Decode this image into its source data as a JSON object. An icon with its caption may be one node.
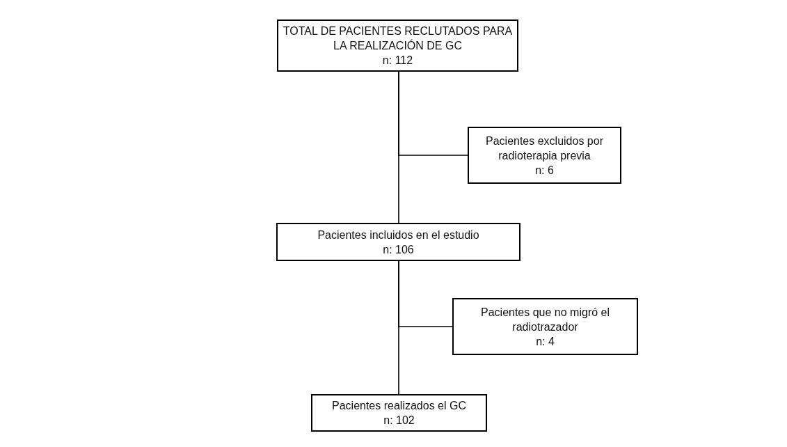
{
  "diagram": {
    "nodes": [
      {
        "text": [
          "TOTAL DE PACIENTES RECLUTADOS PARA LA REALIZACIÓN DE GC",
          "n: 112"
        ]
      },
      {
        "text": [
          "Pacientes excluidos por radioterapia previa",
          "n: 6"
        ]
      },
      {
        "text": [
          "Pacientes incluidos en el estudio",
          "n: 106"
        ]
      },
      {
        "text": [
          "Pacientes que no migró el radiotrazador",
          "n: 4"
        ]
      },
      {
        "text": [
          "Pacientes realizados el GC",
          "n: 102"
        ]
      }
    ],
    "edges": [
      {
        "from": 0,
        "to": 2,
        "arrow": "none"
      },
      {
        "from": 0,
        "to": 1,
        "arrow": "none"
      },
      {
        "from": 2,
        "to": 4,
        "arrow": "none"
      },
      {
        "from": 2,
        "to": 3,
        "arrow": "none"
      }
    ]
  }
}
